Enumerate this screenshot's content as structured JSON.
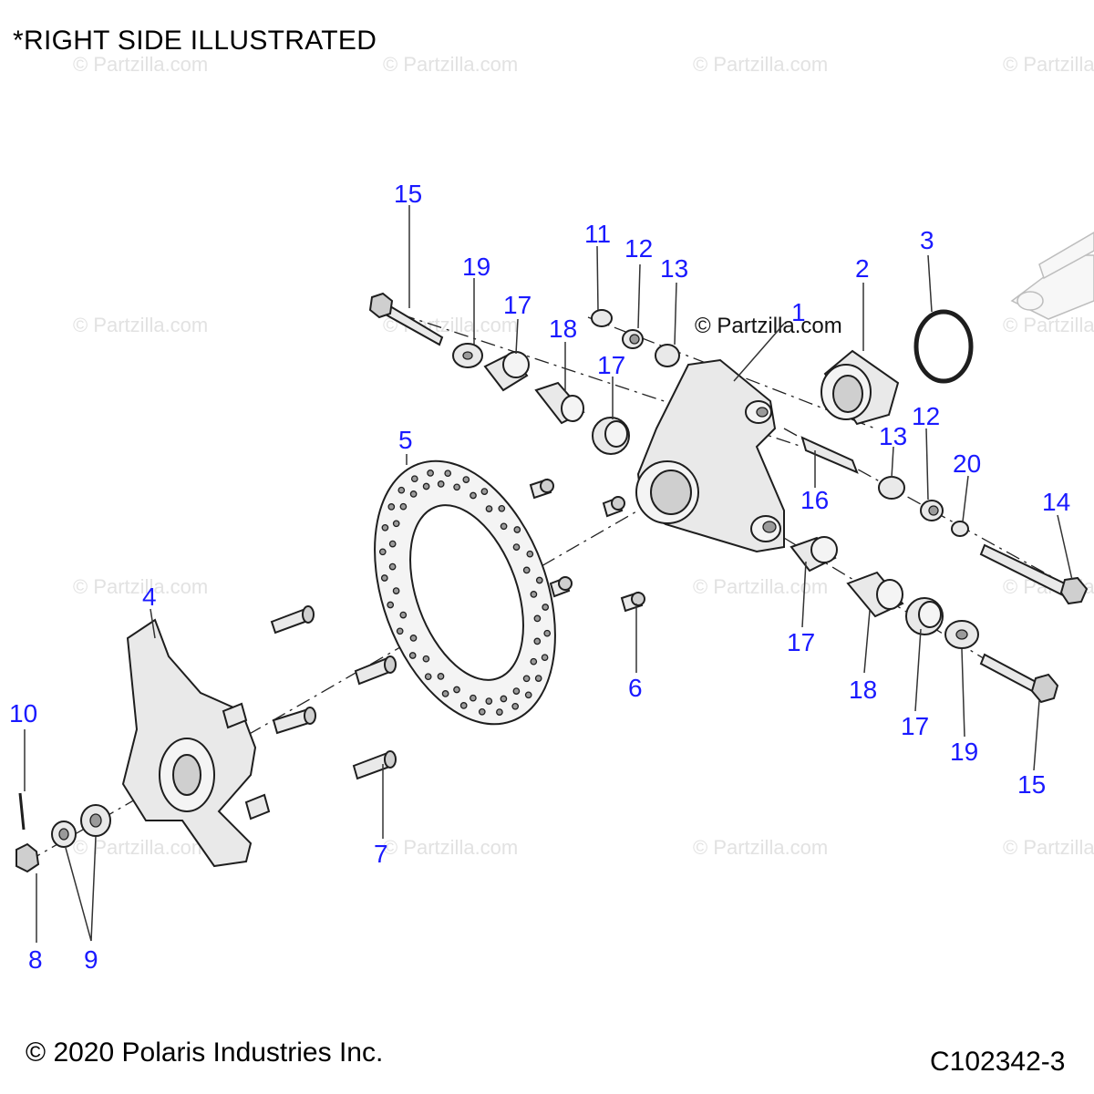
{
  "header": "*RIGHT SIDE ILLUSTRATED",
  "copyright": "© 2020 Polaris Industries Inc.",
  "figure_id": "C102342-3",
  "watermark_text": "© Partzilla.com",
  "colors": {
    "callout": "#1a1aff",
    "line": "#1e1e1e",
    "watermark": "#e2e2e2"
  },
  "callouts": {
    "c1": "1",
    "c2": "2",
    "c3": "3",
    "c4": "4",
    "c5": "5",
    "c6": "6",
    "c7": "7",
    "c8": "8",
    "c9": "9",
    "c10": "10",
    "c11": "11",
    "c12a": "12",
    "c12b": "12",
    "c13a": "13",
    "c13b": "13",
    "c14": "14",
    "c15a": "15",
    "c15b": "15",
    "c16": "16",
    "c17a": "17",
    "c17b": "17",
    "c17c": "17",
    "c17d": "17",
    "c18a": "18",
    "c18b": "18",
    "c19a": "19",
    "c19b": "19",
    "c20": "20"
  }
}
